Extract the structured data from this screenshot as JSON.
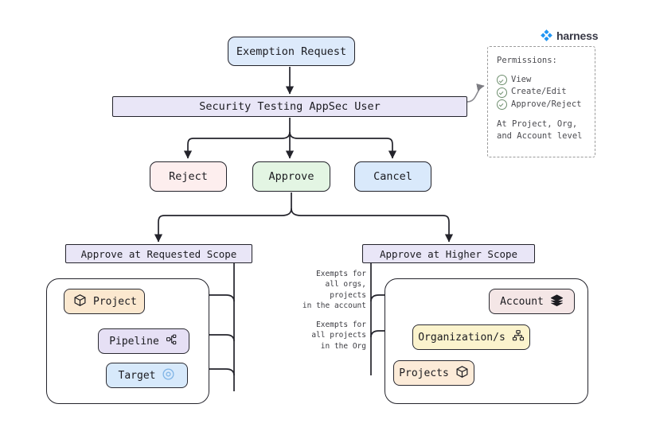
{
  "brand": {
    "name": "harness",
    "icon": "harness-clover-icon",
    "color": "#2196f3"
  },
  "flow": {
    "request": {
      "label": "Exemption Request",
      "fill": "#ddeafb"
    },
    "actor": {
      "label": "Security Testing AppSec User",
      "fill": "#e9e6f7"
    },
    "actions": [
      {
        "id": "reject",
        "label": "Reject",
        "fill": "#fdeeee"
      },
      {
        "id": "approve",
        "label": "Approve",
        "fill": "#e3f5e3"
      },
      {
        "id": "cancel",
        "label": "Cancel",
        "fill": "#d9e9fb"
      }
    ]
  },
  "permissions": {
    "title": "Permissions:",
    "items": [
      "View",
      "Create/Edit",
      "Approve/Reject"
    ],
    "footer_line1": "At Project, Org,",
    "footer_line2": "and Account level",
    "check_color": "#6f8f6f"
  },
  "scopes": {
    "requested": {
      "header": "Approve at Requested Scope",
      "fill": "#e9e6f7",
      "entities": [
        {
          "id": "project",
          "label": "Project",
          "icon": "cube-icon",
          "fill": "#fbe8cf"
        },
        {
          "id": "pipeline",
          "label": "Pipeline",
          "icon": "pipeline-icon",
          "fill": "#e6e0f5"
        },
        {
          "id": "target",
          "label": "Target",
          "icon": "target-circle-icon",
          "fill": "#d7e9fb"
        }
      ]
    },
    "higher": {
      "header": "Approve at Higher Scope",
      "fill": "#e9e6f7",
      "entities": [
        {
          "id": "account",
          "label": "Account",
          "icon": "layers-icon",
          "fill": "#f4e6e6"
        },
        {
          "id": "organizations",
          "label": "Organization/s",
          "icon": "org-chart-icon",
          "fill": "#fbf3cd"
        },
        {
          "id": "projects",
          "label": "Projects",
          "icon": "cube-icon",
          "fill": "#fcebd8"
        }
      ],
      "annotations": [
        {
          "id": "account-note",
          "text": "Exempts for\nall orgs, projects\nin the account"
        },
        {
          "id": "org-note",
          "text": "Exempts for\nall projects\nin the Org"
        }
      ]
    }
  }
}
